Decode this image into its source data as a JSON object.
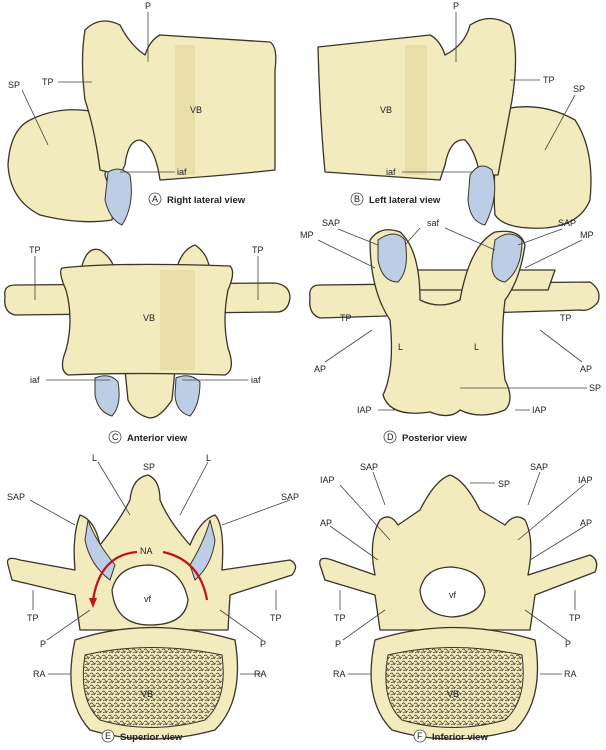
{
  "colors": {
    "bone": "#f1ebbd",
    "facet": "#bccde6",
    "arrow": "#c0141a"
  },
  "panels": {
    "A": {
      "letter": "A",
      "caption": "Right lateral view",
      "labels": {
        "p": "P",
        "sp": "SP",
        "tp": "TP",
        "vb": "VB",
        "iaf": "iaf"
      }
    },
    "B": {
      "letter": "B",
      "caption": "Left lateral view",
      "labels": {
        "p": "P",
        "tp": "TP",
        "sp": "SP",
        "vb": "VB",
        "iaf": "iaf"
      }
    },
    "C": {
      "letter": "C",
      "caption": "Anterior view",
      "labels": {
        "tp_l": "TP",
        "tp_r": "TP",
        "vb": "VB",
        "iaf_l": "iaf",
        "iaf_r": "iaf"
      }
    },
    "D": {
      "letter": "D",
      "caption": "Posterior view",
      "labels": {
        "sap_l": "SAP",
        "saf": "saf",
        "sap_r": "SAP",
        "mp_l": "MP",
        "mp_r": "MP",
        "tp_l": "TP",
        "tp_r": "TP",
        "ap_l": "AP",
        "ap_r": "AP",
        "l_l": "L",
        "l_r": "L",
        "sp": "SP",
        "iap_l": "IAP",
        "iap_r": "IAP"
      }
    },
    "E": {
      "letter": "E",
      "caption": "Superior view",
      "labels": {
        "l_l": "L",
        "sp": "SP",
        "l_r": "L",
        "sap_l": "SAP",
        "sap_r": "SAP",
        "na": "NA",
        "vf": "vf",
        "tp_l": "TP",
        "tp_r": "TP",
        "p_l": "P",
        "p_r": "P",
        "ra_l": "RA",
        "ra_r": "RA",
        "vb": "VB"
      }
    },
    "F": {
      "letter": "F",
      "caption": "Inferior view",
      "labels": {
        "iap_l": "IAP",
        "sap_l": "SAP",
        "sp": "SP",
        "sap_r": "SAP",
        "iap_r": "IAP",
        "ap_l": "AP",
        "ap_r": "AP",
        "vf": "vf",
        "tp_l": "TP",
        "tp_r": "TP",
        "p_l": "P",
        "p_r": "P",
        "ra_l": "RA",
        "ra_r": "RA",
        "vb": "VB"
      }
    }
  }
}
